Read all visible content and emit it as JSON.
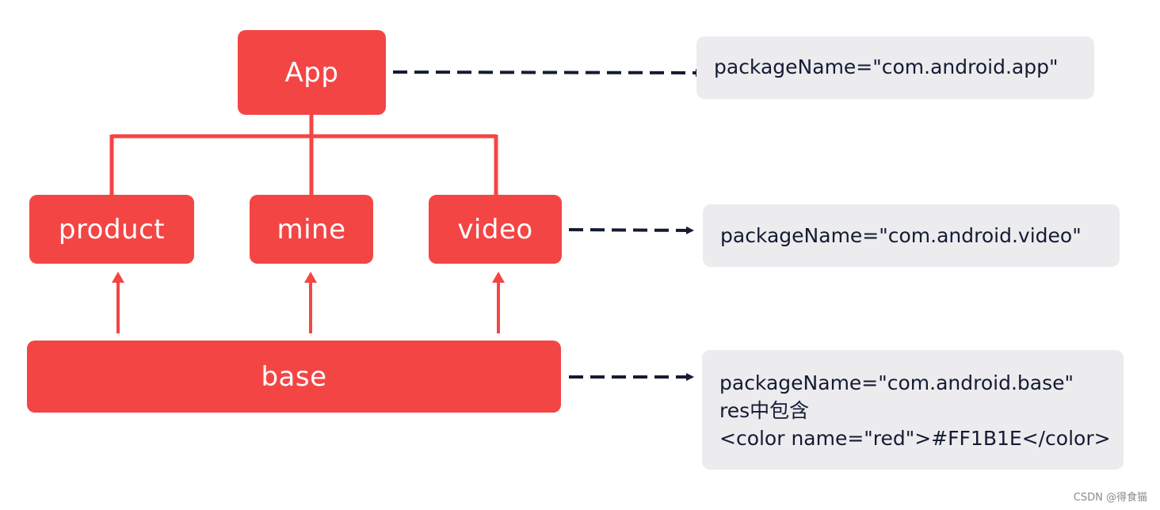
{
  "nodes": {
    "app": "App",
    "product": "product",
    "mine": "mine",
    "video": "video",
    "base": "base"
  },
  "notes": {
    "app": "packageName=\"com.android.app\"",
    "video": "packageName=\"com.android.video\"",
    "base": [
      "packageName=\"com.android.base\"",
      "res中包含",
      "<color name=\"red\">#FF1B1E</color>"
    ]
  },
  "watermark": "CSDN @得食猫",
  "colors": {
    "node_fill": "#f44545",
    "node_text": "#ffffff",
    "note_fill": "#ecebee",
    "note_text": "#141b33",
    "tree_line": "#f44545",
    "dashed_arrow": "#141b33"
  }
}
